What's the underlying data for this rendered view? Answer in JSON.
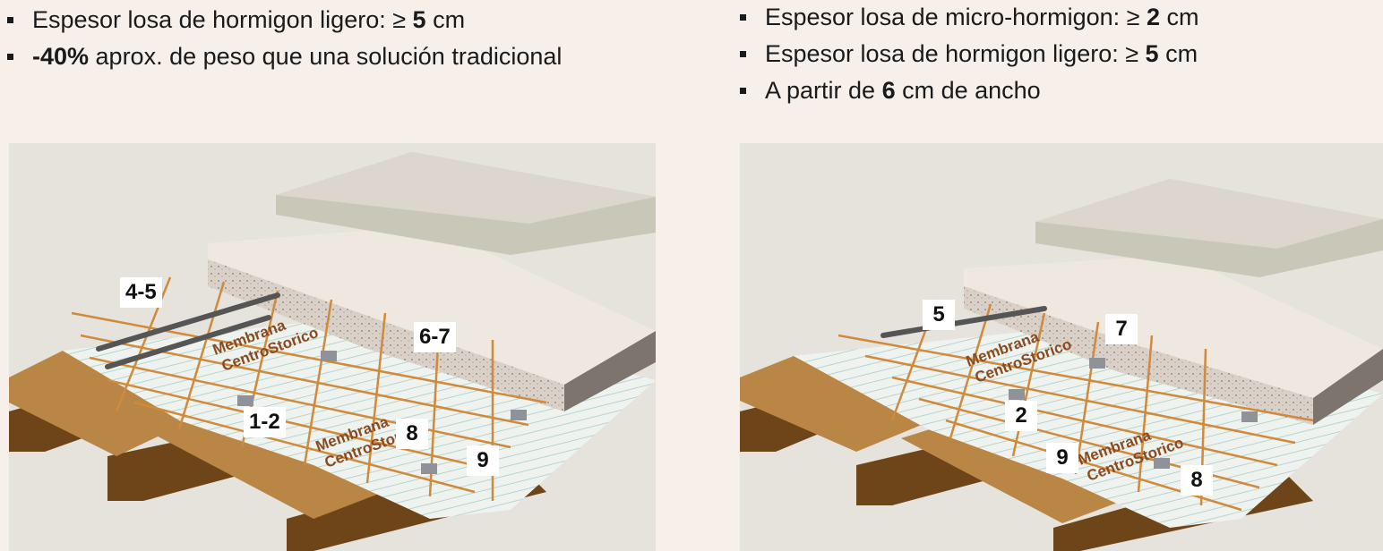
{
  "left_column": {
    "bullets": [
      {
        "pre": "Espesor losa de hormigon ligero: ≥ ",
        "bold": "5",
        "post": " cm"
      },
      {
        "pre": "",
        "bold": "-40%",
        "post": " aprox. de peso que una solución tradicional"
      }
    ]
  },
  "right_column": {
    "bullets": [
      {
        "pre": "Espesor losa de micro-hormigon: ≥ ",
        "bold": "2",
        "post": " cm"
      },
      {
        "pre": "Espesor losa de hormigon ligero: ≥ ",
        "bold": "5",
        "post": " cm"
      },
      {
        "pre": "A partir de ",
        "bold": "6",
        "post": " cm de ancho"
      }
    ]
  },
  "diagram_a": {
    "membrane_label_line1": "Membrana",
    "membrane_label_line2": "CentroStorico",
    "callouts": [
      "4-5",
      "6-7",
      "1-2",
      "8",
      "9"
    ]
  },
  "diagram_b": {
    "membrane_label_line1": "Membrana",
    "membrane_label_line2": "CentroStorico",
    "callouts": [
      "5",
      "7",
      "2",
      "9",
      "8"
    ]
  },
  "colors": {
    "page_background": "#f7f0ea",
    "wall": "#e6e3dd",
    "wood": "#8a5a26",
    "mesh": "#d08a3c",
    "membrane_text": "#8a4a1f"
  }
}
